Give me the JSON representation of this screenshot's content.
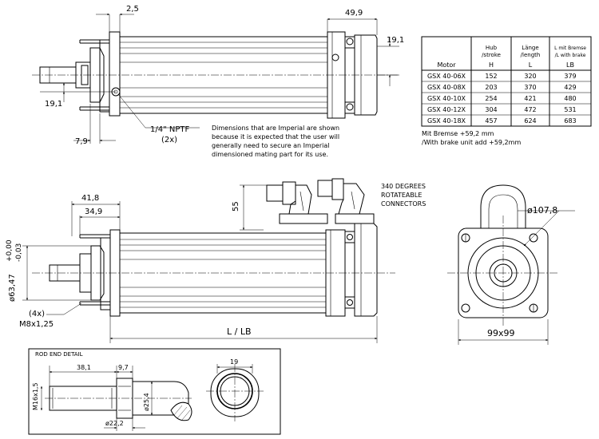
{
  "dims": {
    "top_flange_offset": "2,5",
    "top_rear_length": "49,9",
    "rear_height": "19,1",
    "left_offset": "19,1",
    "bottom_offset": "7,9",
    "side_41": "41,8",
    "side_34": "34,9",
    "connector_height": "55",
    "shaft_dia": "ø63,47",
    "shaft_tol_upper": "+0,00",
    "shaft_tol_lower": "-0,03",
    "motor_dia": "ø107,8",
    "square": "99x99",
    "length": "L / LB",
    "holes_count": "(4x)",
    "holes_thread": "M8x1,25",
    "rod_38": "38,1",
    "rod_9": "9,7",
    "rod_m16": "M16x1,5",
    "rod_dia25": "ø25,4",
    "rod_dia22": "ø22,2",
    "rod_19": "19"
  },
  "notes": {
    "port_size": "1/4\" NPTF",
    "port_count": "(2x)",
    "imperial_note": [
      "Dimensions that are Imperial are shown",
      "because it is expected that the user will",
      "generally need to secure an Imperial",
      "dimensioned mating part for its use."
    ],
    "connectors": [
      "340 DEGREES",
      "ROTATEABLE",
      "CONNECTORS"
    ],
    "brake_de": "Mit Bremse +59,2 mm",
    "brake_en": "/With brake unit add +59,2mm",
    "rod_end_title": "ROD END DETAIL"
  },
  "table": {
    "headers": [
      {
        "top": "Hub",
        "bottom": "/stroke"
      },
      {
        "top": "Länge",
        "bottom": "/length"
      },
      {
        "top": "L mit Bremse",
        "bottom": "/L with brake"
      }
    ],
    "subheaders": [
      "Motor",
      "H",
      "L",
      "LB"
    ],
    "rows": [
      [
        "GSX 40-06X",
        "152",
        "320",
        "379"
      ],
      [
        "GSX 40-08X",
        "203",
        "370",
        "429"
      ],
      [
        "GSX 40-10X",
        "254",
        "421",
        "480"
      ],
      [
        "GSX 40-12X",
        "304",
        "472",
        "531"
      ],
      [
        "GSX 40-18X",
        "457",
        "624",
        "683"
      ]
    ]
  }
}
